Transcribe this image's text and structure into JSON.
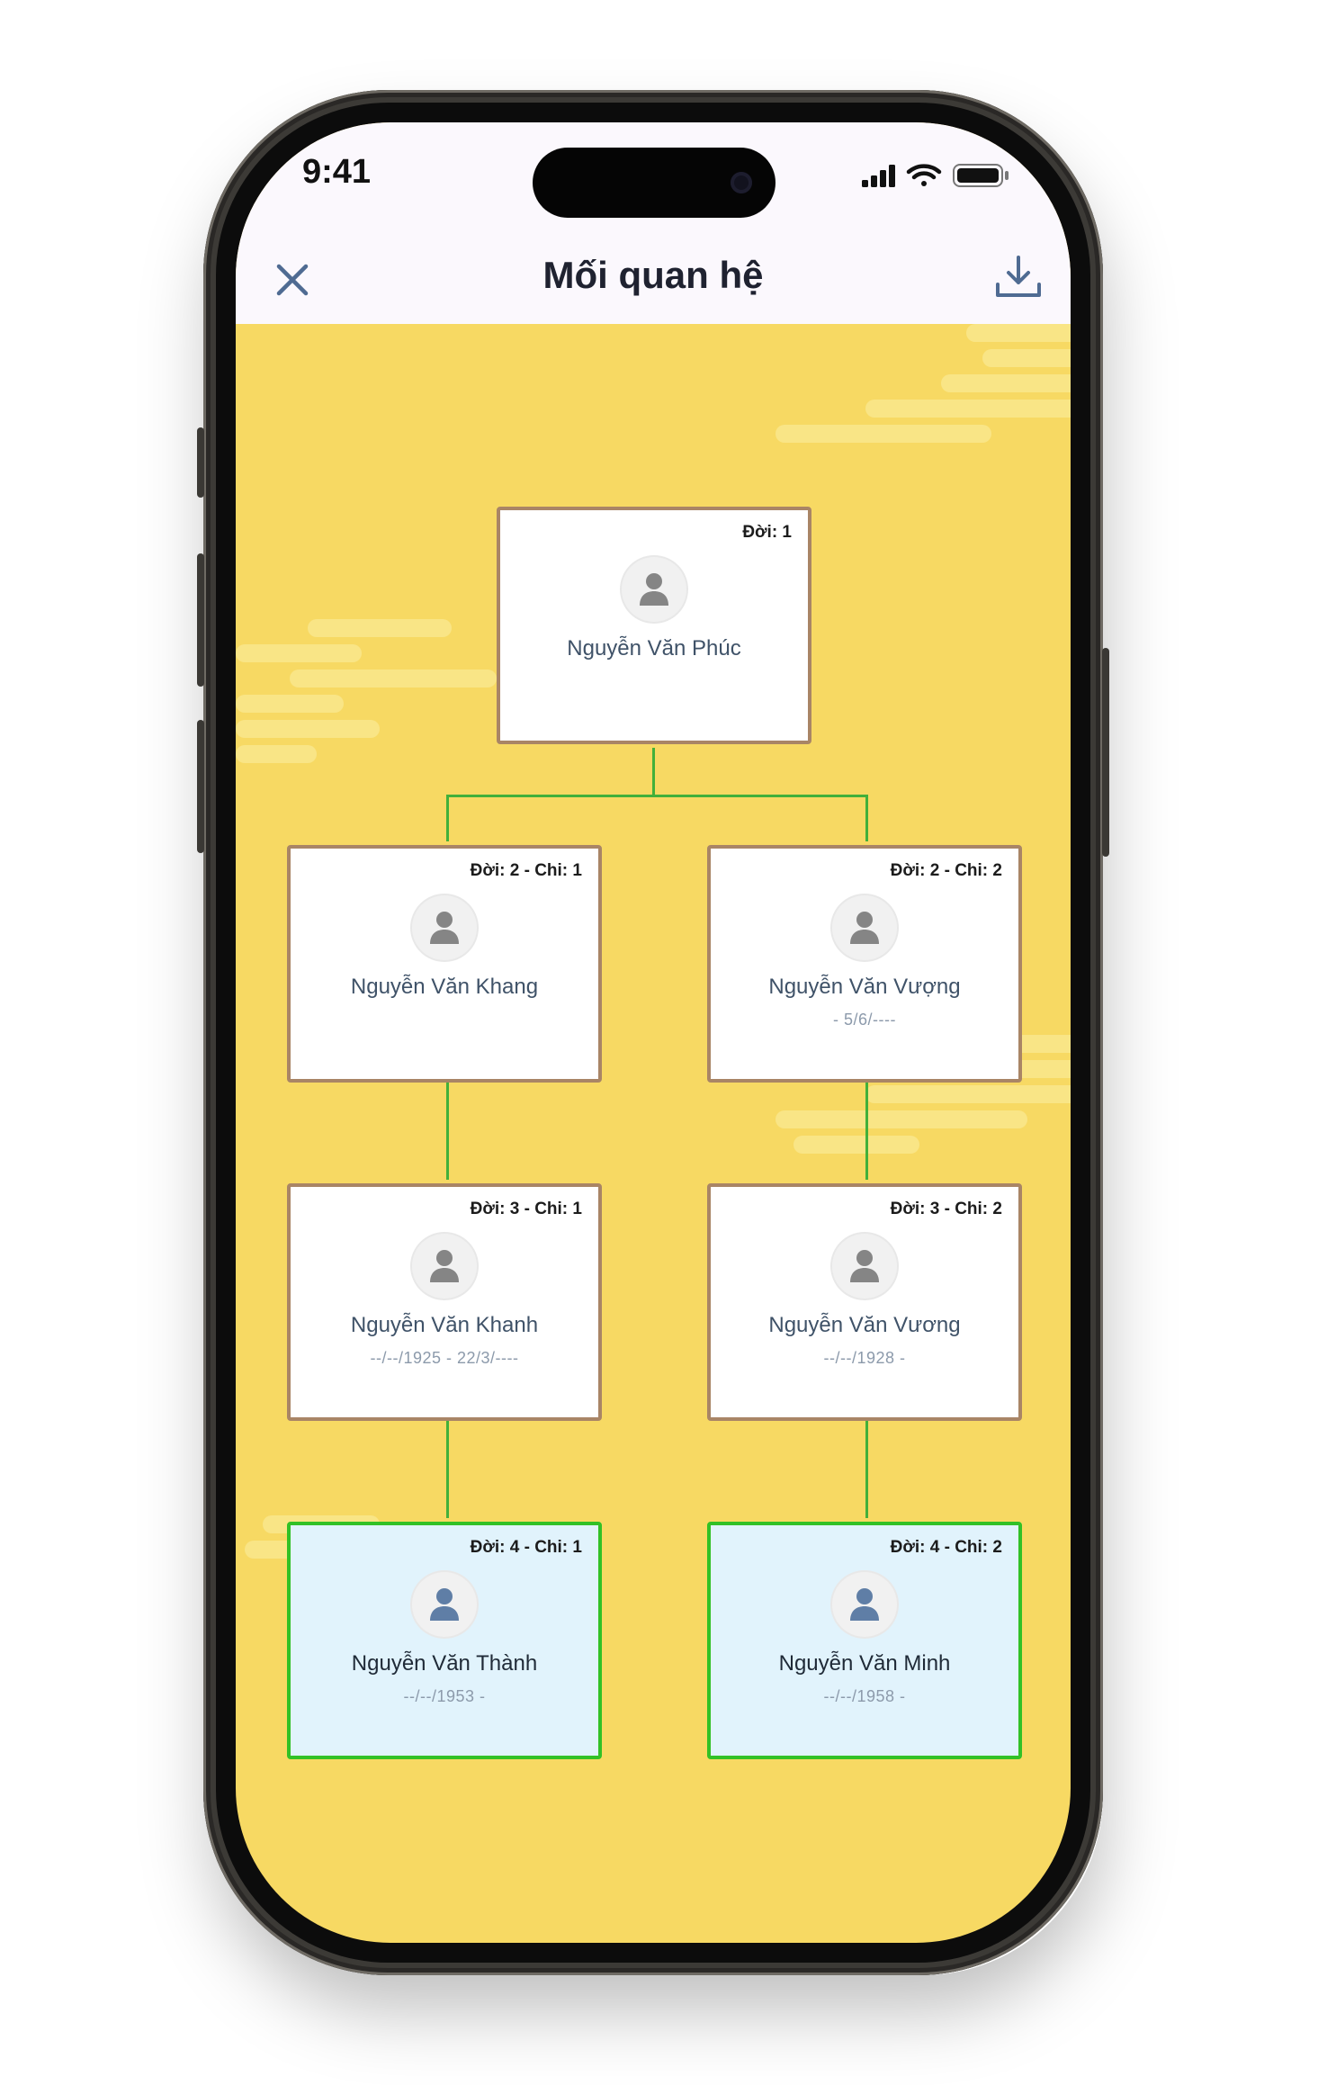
{
  "status_bar": {
    "time": "9:41"
  },
  "header": {
    "title": "Mối quan hệ"
  },
  "icons": {
    "close": "close-icon",
    "download": "download-icon",
    "avatar": "user-avatar-icon"
  },
  "colors": {
    "background": "#f7d963",
    "connector": "#43b03a",
    "card_border": "#a98566",
    "leaf_border": "#32c126",
    "leaf_background": "#e1f3fc"
  },
  "tree": {
    "n1": {
      "generation": "Đời: 1",
      "name": "Nguyễn Văn Phúc",
      "dates": ""
    },
    "n2a": {
      "generation": "Đời: 2 - Chi: 1",
      "name": "Nguyễn Văn Khang",
      "dates": ""
    },
    "n2b": {
      "generation": "Đời: 2 - Chi: 2",
      "name": "Nguyễn Văn Vượng",
      "dates": "- 5/6/----"
    },
    "n3a": {
      "generation": "Đời: 3 - Chi: 1",
      "name": "Nguyễn Văn Khanh",
      "dates": "--/--/1925 - 22/3/----"
    },
    "n3b": {
      "generation": "Đời: 3 - Chi: 2",
      "name": "Nguyễn Văn Vương",
      "dates": "--/--/1928 -"
    },
    "n4a": {
      "generation": "Đời: 4 - Chi: 1",
      "name": "Nguyễn Văn Thành",
      "dates": "--/--/1953 -"
    },
    "n4b": {
      "generation": "Đời: 4 - Chi: 2",
      "name": "Nguyễn Văn Minh",
      "dates": "--/--/1958 -"
    }
  }
}
